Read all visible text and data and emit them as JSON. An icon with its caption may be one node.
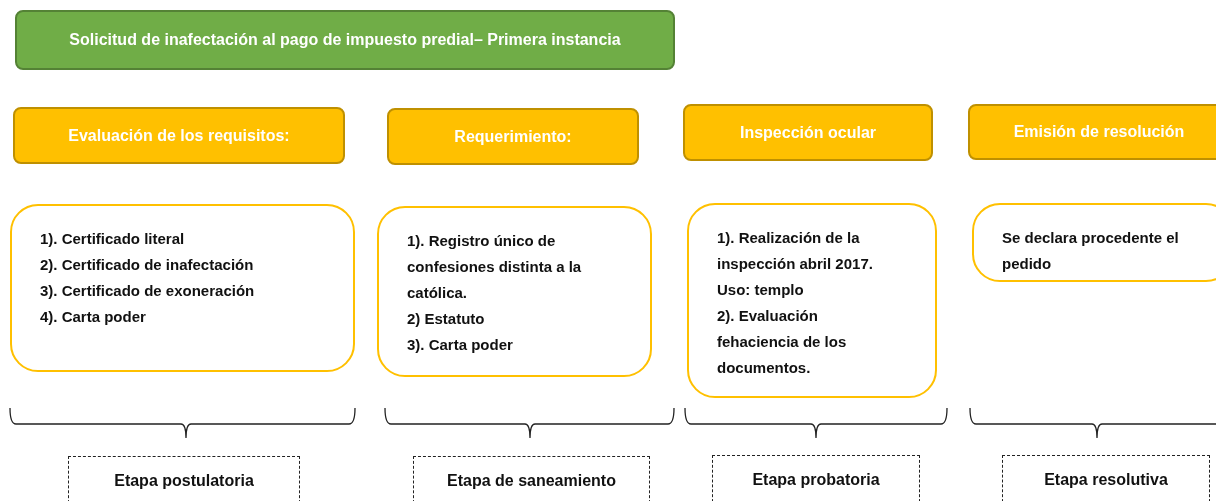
{
  "diagram": {
    "nodes": [
      {
        "text": [
          "Solicitud de inafectación al pago de impuesto predial– Primera instancia"
        ]
      },
      {
        "text": [
          "Evaluación de los requisitos:"
        ]
      },
      {
        "text": [
          "Requerimiento:"
        ]
      },
      {
        "text": [
          "Inspección ocular"
        ]
      },
      {
        "text": [
          "Emisión de resolución"
        ]
      },
      {
        "text": [
          "1). Certificado literal",
          "2). Certificado de inafectación",
          "3). Certificado de exoneración",
          "4). Carta poder"
        ]
      },
      {
        "text": [
          "1). Registro único de confesiones distinta a la católica.",
          "2) Estatuto",
          "3). Carta poder"
        ]
      },
      {
        "text": [
          "1). Realización de la inspección abril 2017.",
          "Uso: templo",
          "2). Evaluación fehaciencia de los documentos."
        ]
      },
      {
        "text": [
          "Se declara procedente el pedido"
        ]
      },
      {
        "text": [
          "Etapa postulatoria"
        ]
      },
      {
        "text": [
          "Etapa de saneamiento"
        ]
      },
      {
        "text": [
          "Etapa probatoria"
        ]
      },
      {
        "text": [
          "Etapa resolutiva"
        ]
      }
    ],
    "edges": []
  }
}
